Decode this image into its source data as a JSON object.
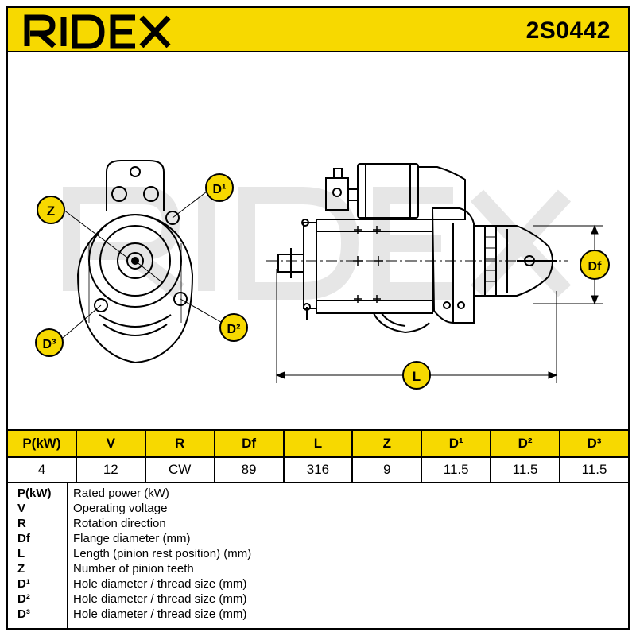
{
  "header": {
    "brand": "RIDEX",
    "part_number": "2S0442",
    "brand_color": "#f7d900"
  },
  "drawing": {
    "watermark": "RIDEX",
    "callouts": {
      "z": "Z",
      "d1": "D¹",
      "d2": "D²",
      "d3": "D³",
      "df": "Df",
      "l": "L"
    }
  },
  "spec_table": {
    "headers": [
      "P(kW)",
      "V",
      "R",
      "Df",
      "L",
      "Z",
      "D¹",
      "D²",
      "D³"
    ],
    "values": [
      "4",
      "12",
      "CW",
      "89",
      "316",
      "9",
      "11.5",
      "11.5",
      "11.5"
    ]
  },
  "legend": [
    {
      "abbr": "P(kW)",
      "desc": "Rated power (kW)"
    },
    {
      "abbr": "V",
      "desc": "Operating voltage"
    },
    {
      "abbr": "R",
      "desc": "Rotation direction"
    },
    {
      "abbr": "Df",
      "desc": "Flange diameter (mm)"
    },
    {
      "abbr": "L",
      "desc": "Length (pinion rest position) (mm)"
    },
    {
      "abbr": "Z",
      "desc": "Number of pinion teeth"
    },
    {
      "abbr": "D¹",
      "desc": "Hole diameter / thread size (mm)"
    },
    {
      "abbr": "D²",
      "desc": "Hole diameter / thread size (mm)"
    },
    {
      "abbr": "D³",
      "desc": "Hole diameter / thread size (mm)"
    }
  ]
}
